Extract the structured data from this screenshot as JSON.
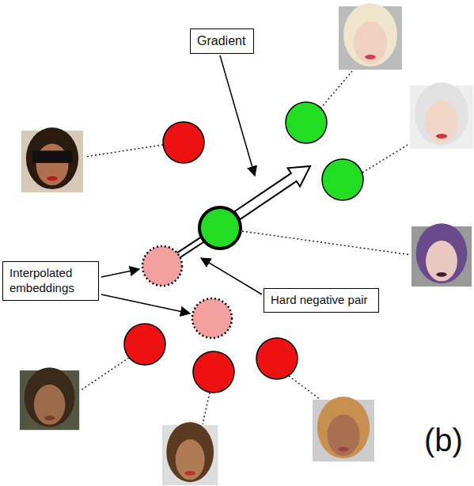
{
  "diagram": {
    "nodes": [
      {
        "text": [
          "Gradient"
        ]
      },
      {
        "text": [
          "Interpolated embeddings"
        ]
      },
      {
        "text": [
          "Hard negative pair"
        ]
      }
    ],
    "labels": [
      "(b)"
    ]
  }
}
